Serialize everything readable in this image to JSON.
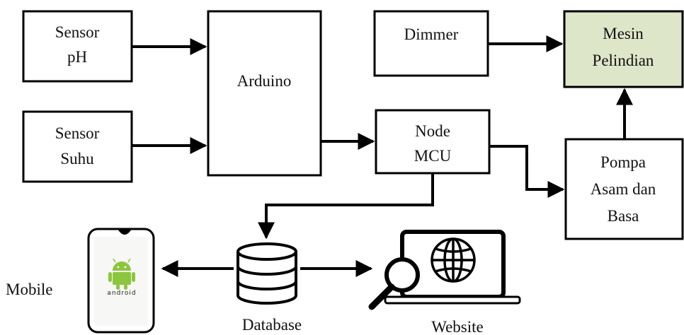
{
  "colors": {
    "stroke": "#000000",
    "box_fill": "#ffffff",
    "highlight_fill": "#dde6c8",
    "android_green": "#8cc63f",
    "screen_bg": "#f7f7f5",
    "database_fill": "#ffffff"
  },
  "boxes": {
    "sensor_ph": {
      "line1": "Sensor",
      "line2": "pH"
    },
    "sensor_suhu": {
      "line1": "Sensor",
      "line2": "Suhu"
    },
    "arduino": {
      "line1": "Arduino"
    },
    "dimmer": {
      "line1": "Dimmer"
    },
    "nodemcu": {
      "line1": "Node",
      "line2": "MCU"
    },
    "mesin": {
      "line1": "Mesin",
      "line2": "Pelindian"
    },
    "pompa": {
      "line1": "Pompa",
      "line2": "Asam dan",
      "line3": "Basa"
    }
  },
  "labels": {
    "mobile": "Mobile",
    "database": "Database",
    "website": "Website",
    "android_word": "android"
  },
  "icons": [
    "android-phone-icon",
    "database-icon",
    "laptop-icon",
    "globe-icon",
    "magnifier-icon"
  ]
}
